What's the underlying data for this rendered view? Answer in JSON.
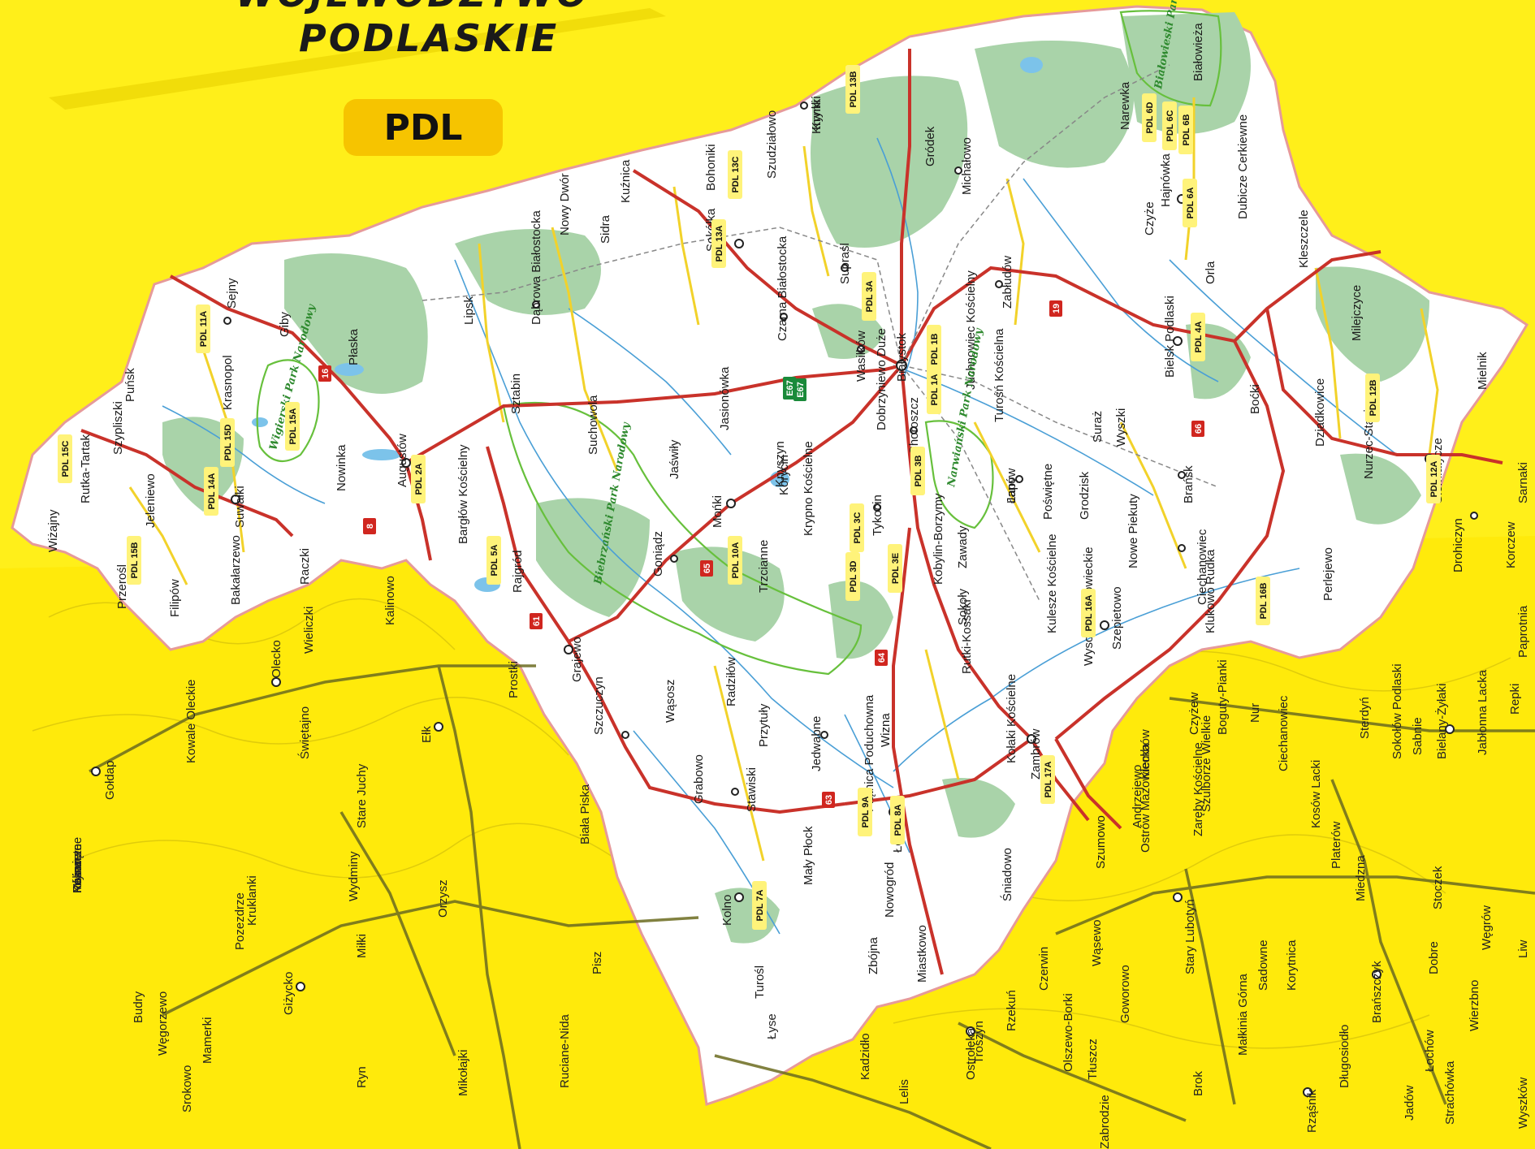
{
  "map": {
    "title_line1": "WOJEWÓDZTWO",
    "title_line2": "PODLASKIE",
    "region_code": "PDL",
    "colors": {
      "background": "#ffef1a",
      "region_fill": "#ffffff",
      "forest": "#a9d3a9",
      "rivers": "#4a9fd6",
      "main_roads": "#c9322a",
      "secondary_roads": "#f2d22a",
      "outer_roads": "#6b6b1f",
      "park_borders": "#67c03c"
    },
    "cities": [
      {
        "name": "Białystok"
      },
      {
        "name": "Suwałki"
      },
      {
        "name": "Augustów"
      },
      {
        "name": "Łomża"
      },
      {
        "name": "Zambrów"
      },
      {
        "name": "Hajnówka"
      },
      {
        "name": "Bielsk Podlaski"
      },
      {
        "name": "Siemiatycze"
      },
      {
        "name": "Grajewo"
      },
      {
        "name": "Sokółka"
      },
      {
        "name": "Mońki"
      },
      {
        "name": "Kolno"
      },
      {
        "name": "Wysokie Mazowieckie"
      },
      {
        "name": "Sejny"
      },
      {
        "name": "Goniądz"
      },
      {
        "name": "Łapy"
      },
      {
        "name": "Choroszcz"
      },
      {
        "name": "Wasilków"
      },
      {
        "name": "Supraśl"
      },
      {
        "name": "Czarna Białostocka"
      },
      {
        "name": "Dąbrowa Białostocka"
      },
      {
        "name": "Krynki"
      },
      {
        "name": "Michałowo"
      },
      {
        "name": "Zabłudów"
      },
      {
        "name": "Szczuczyn"
      },
      {
        "name": "Stawiski"
      },
      {
        "name": "Jedwabne"
      },
      {
        "name": "Tykocin"
      },
      {
        "name": "Ciechanowiec"
      },
      {
        "name": "Brańsk"
      },
      {
        "name": "Drohiczyn"
      },
      {
        "name": "Kleszczele"
      },
      {
        "name": "Knyszyn"
      },
      {
        "name": "Lipsk"
      },
      {
        "name": "Rajgród"
      },
      {
        "name": "Szepietowo"
      },
      {
        "name": "Suchowola"
      },
      {
        "name": "Nowogród"
      },
      {
        "name": "Suraż"
      },
      {
        "name": "Czyżew"
      },
      {
        "name": "Puńsk"
      },
      {
        "name": "Wiżajny"
      },
      {
        "name": "Filipów"
      },
      {
        "name": "Raczki"
      },
      {
        "name": "Rutka-Tartak"
      },
      {
        "name": "Szypliszki"
      },
      {
        "name": "Jeleniewo"
      },
      {
        "name": "Przerośl"
      },
      {
        "name": "Bakałarzewo"
      },
      {
        "name": "Giby"
      },
      {
        "name": "Krasnopol"
      },
      {
        "name": "Płaska"
      },
      {
        "name": "Nowinka"
      },
      {
        "name": "Sztabin"
      },
      {
        "name": "Bargłów Kościelny"
      },
      {
        "name": "Nowy Dwór"
      },
      {
        "name": "Sidra"
      },
      {
        "name": "Kuźnica"
      },
      {
        "name": "Szudziałowo"
      },
      {
        "name": "Gródek"
      },
      {
        "name": "Narewka"
      },
      {
        "name": "Białowieża"
      },
      {
        "name": "Dubicze Cerkiewne"
      },
      {
        "name": "Czyże"
      },
      {
        "name": "Orla"
      },
      {
        "name": "Milejczyce"
      },
      {
        "name": "Mielnik"
      },
      {
        "name": "Nurzec-Stacja"
      },
      {
        "name": "Boćki"
      },
      {
        "name": "Dziadkowice"
      },
      {
        "name": "Rudka"
      },
      {
        "name": "Perlejewo"
      },
      {
        "name": "Grodzisk"
      },
      {
        "name": "Nowe Piekuty"
      },
      {
        "name": "Klukowo"
      },
      {
        "name": "Kulesze Kościelne"
      },
      {
        "name": "Sokoły"
      },
      {
        "name": "Kobylin-Borzymy"
      },
      {
        "name": "Zawady"
      },
      {
        "name": "Rutki-Kossaki"
      },
      {
        "name": "Wizna"
      },
      {
        "name": "Piątnica Poduchowna"
      },
      {
        "name": "Śniadowo"
      },
      {
        "name": "Szumowo"
      },
      {
        "name": "Miastkowo"
      },
      {
        "name": "Zbójna"
      },
      {
        "name": "Turośl"
      },
      {
        "name": "Mały Płock"
      },
      {
        "name": "Grabowo"
      },
      {
        "name": "Przytuły"
      },
      {
        "name": "Radziłów"
      },
      {
        "name": "Wąsosz"
      },
      {
        "name": "Trzcianne"
      },
      {
        "name": "Jaświły"
      },
      {
        "name": "Krypno Kościelne"
      },
      {
        "name": "Dobrzyniewo Duże"
      },
      {
        "name": "Juchnowiec Kościelny"
      },
      {
        "name": "Turośń Kościelna"
      },
      {
        "name": "Poświętne"
      },
      {
        "name": "Wyszki"
      },
      {
        "name": "Kołaki Kościelne"
      },
      {
        "name": "Jasionówka"
      },
      {
        "name": "Korycin"
      },
      {
        "name": "Janów"
      },
      {
        "name": "Bohoniki"
      },
      {
        "name": "Krynki"
      }
    ],
    "outside_places": [
      {
        "name": "Gołdap"
      },
      {
        "name": "Olecko"
      },
      {
        "name": "Ełk"
      },
      {
        "name": "Prostki"
      },
      {
        "name": "Kowale Oleckie"
      },
      {
        "name": "Wieliczki"
      },
      {
        "name": "Kalinowo"
      },
      {
        "name": "Świętajno"
      },
      {
        "name": "Stare Juchy"
      },
      {
        "name": "Wydminy"
      },
      {
        "name": "Orzysz"
      },
      {
        "name": "Biała Piska"
      },
      {
        "name": "Pisz"
      },
      {
        "name": "Giżycko"
      },
      {
        "name": "Miłki"
      },
      {
        "name": "Kruklanki"
      },
      {
        "name": "Pozezdrze"
      },
      {
        "name": "Budry"
      },
      {
        "name": "Węgorzewo"
      },
      {
        "name": "Srokowo"
      },
      {
        "name": "Mamerki"
      },
      {
        "name": "Ryn"
      },
      {
        "name": "Mikołajki"
      },
      {
        "name": "Ruciane-Nida"
      },
      {
        "name": "Łyse"
      },
      {
        "name": "Kadzidło"
      },
      {
        "name": "Lelis"
      },
      {
        "name": "Ostrołęka"
      },
      {
        "name": "Rzekuń"
      },
      {
        "name": "Troszyn"
      },
      {
        "name": "Olszewo-Borki"
      },
      {
        "name": "Czerwin"
      },
      {
        "name": "Goworowo"
      },
      {
        "name": "Wąsewo"
      },
      {
        "name": "Stary Lubotyń"
      },
      {
        "name": "Ostrów Mazowiecka"
      },
      {
        "name": "Andrzejewo"
      },
      {
        "name": "Zaręby Kościelne"
      },
      {
        "name": "Szulborze Wielkie"
      },
      {
        "name": "Boguty-Pianki"
      },
      {
        "name": "Nur"
      },
      {
        "name": "Ciechanowiec"
      },
      {
        "name": "Kosów Lacki"
      },
      {
        "name": "Sterdyń"
      },
      {
        "name": "Sabnie"
      },
      {
        "name": "Sokołów Podlaski"
      },
      {
        "name": "Bielany-Żyłaki"
      },
      {
        "name": "Jabłonna Lacka"
      },
      {
        "name": "Repki"
      },
      {
        "name": "Paprotnia"
      },
      {
        "name": "Korczew"
      },
      {
        "name": "Sarnaki"
      },
      {
        "name": "Platerów"
      },
      {
        "name": "Miedzna"
      },
      {
        "name": "Stoczek"
      },
      {
        "name": "Węgrów"
      },
      {
        "name": "Liw"
      },
      {
        "name": "Wierzbno"
      },
      {
        "name": "Dobre"
      },
      {
        "name": "Korytnica"
      },
      {
        "name": "Sadowne"
      },
      {
        "name": "Brok"
      },
      {
        "name": "Małkinia Górna"
      },
      {
        "name": "Długosiodło"
      },
      {
        "name": "Brańszczyk"
      },
      {
        "name": "Łochów"
      },
      {
        "name": "Jadów"
      },
      {
        "name": "Strachówka"
      },
      {
        "name": "Rząśnik"
      },
      {
        "name": "Wyszków"
      },
      {
        "name": "Zabrodzie"
      },
      {
        "name": "Tłuszcz"
      },
      {
        "name": "Klembów"
      },
      {
        "name": "Poświętne"
      },
      {
        "name": "Różan"
      },
      {
        "name": "Młynarze"
      },
      {
        "name": "Kalinowo"
      }
    ],
    "parks": [
      {
        "name": "Wigierski Park Narodowy"
      },
      {
        "name": "Biebrzański Park Narodowy"
      },
      {
        "name": "Narwiański Park Narodowy"
      },
      {
        "name": "Białowieski Park Narodowy"
      }
    ],
    "section_labels": [
      "PDL 11A",
      "PDL 15C",
      "PDL 14A",
      "PDL 15D",
      "PDL 15A",
      "PDL 15B",
      "PDL 2A",
      "PDL 5A",
      "PDL 10A",
      "PDL 13A",
      "PDL 13C",
      "PDL 13B",
      "PDL 3A",
      "PDL 1B",
      "PDL 1A",
      "PDL 3B",
      "PDL 3C",
      "PDL 3D",
      "PDL 3E",
      "PDL 9A",
      "PDL 8A",
      "PDL 7A",
      "PDL 17A",
      "PDL 16A",
      "PDL 16B",
      "PDL 4A",
      "PDL 6A",
      "PDL 6B",
      "PDL 6C",
      "PDL 6D",
      "PDL 12A",
      "PDL 12B"
    ],
    "route_labels": [
      "8",
      "16",
      "61",
      "63",
      "64",
      "65",
      "66",
      "19",
      "E67",
      "E67"
    ]
  }
}
